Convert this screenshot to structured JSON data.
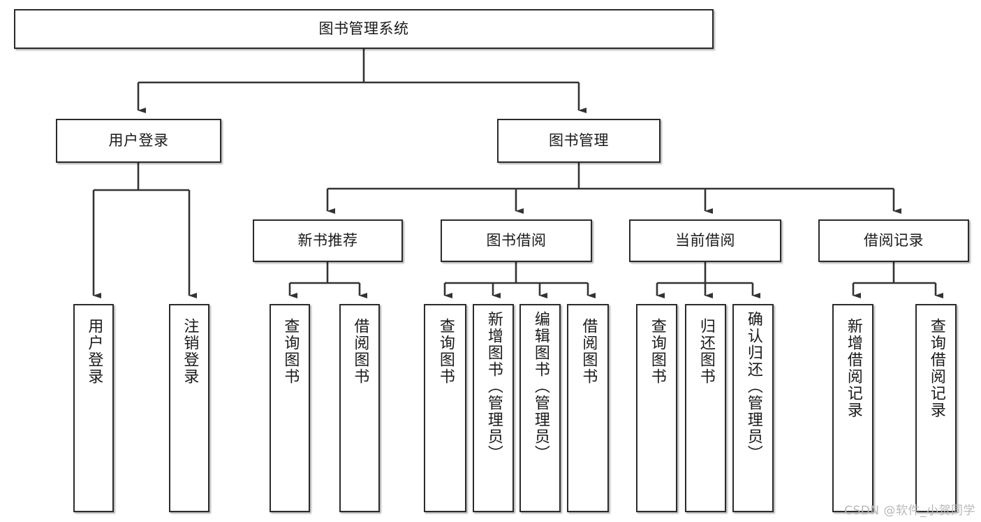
{
  "diagram": {
    "type": "tree-hierarchy",
    "title": "图书管理系统",
    "root": {
      "id": "root",
      "label": "图书管理系统"
    },
    "level2": [
      {
        "id": "user-login",
        "label": "用户登录"
      },
      {
        "id": "book-manage",
        "label": "图书管理"
      }
    ],
    "level3": [
      {
        "id": "new-book-recommend",
        "label": "新书推荐",
        "parent": "book-manage"
      },
      {
        "id": "book-borrow",
        "label": "图书借阅",
        "parent": "book-manage"
      },
      {
        "id": "current-borrow",
        "label": "当前借阅",
        "parent": "book-manage"
      },
      {
        "id": "borrow-record",
        "label": "借阅记录",
        "parent": "book-manage"
      }
    ],
    "leaves": {
      "user_login": [
        {
          "id": "leaf-user-login",
          "label": "用户登录"
        },
        {
          "id": "leaf-user-logout",
          "label": "注销登录"
        }
      ],
      "new_book_recommend": [
        {
          "id": "leaf-query-book-1",
          "label": "查询图书"
        },
        {
          "id": "leaf-borrow-book-1",
          "label": "借阅图书"
        }
      ],
      "book_borrow": [
        {
          "id": "leaf-query-book-2",
          "label": "查询图书"
        },
        {
          "id": "leaf-add-book",
          "label": "新增图书（管理员）"
        },
        {
          "id": "leaf-edit-book",
          "label": "编辑图书（管理员）"
        },
        {
          "id": "leaf-borrow-book-2",
          "label": "借阅图书"
        }
      ],
      "current_borrow": [
        {
          "id": "leaf-query-book-3",
          "label": "查询图书"
        },
        {
          "id": "leaf-return-book",
          "label": "归还图书"
        },
        {
          "id": "leaf-confirm-return",
          "label": "确认归还（管理员）"
        }
      ],
      "borrow_record": [
        {
          "id": "leaf-add-record",
          "label": "新增借阅记录"
        },
        {
          "id": "leaf-query-record",
          "label": "查询借阅记录"
        }
      ]
    }
  },
  "watermark": {
    "text": "CSDN @软件_小贺同学"
  },
  "colors": {
    "box_border": "#2b2b2b",
    "box_fill": "#ffffff",
    "connector": "#333333",
    "text": "#1a1a1a",
    "watermark": "#b8b8b8",
    "background": "#ffffff"
  }
}
